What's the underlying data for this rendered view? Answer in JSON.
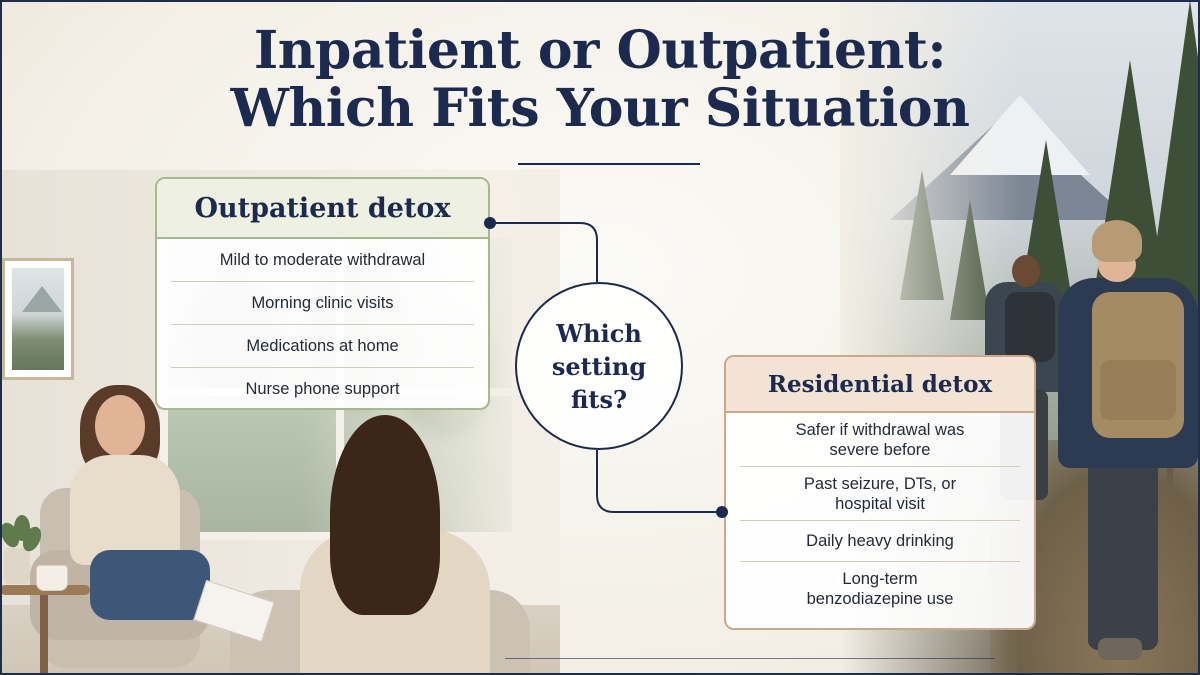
{
  "title": {
    "line1": "Inpatient or Outpatient:",
    "line2": "Which Fits Your Situation"
  },
  "outpatient": {
    "heading": "Outpatient detox",
    "items": [
      "Mild to moderate withdrawal",
      "Morning clinic visits",
      "Medications at home",
      "Nurse phone support"
    ]
  },
  "center": {
    "line1": "Which",
    "line2": "setting",
    "line3": "fits?"
  },
  "residential": {
    "heading": "Residential detox",
    "items": [
      {
        "line1": "Safer if withdrawal was",
        "line2": "severe before"
      },
      {
        "line1": "Past seizure, DTs, or",
        "line2": "hospital visit"
      },
      {
        "line1": "Daily heavy drinking",
        "line2": ""
      },
      {
        "line1": "Long-term",
        "line2": "benzodiazepine use"
      }
    ]
  },
  "colors": {
    "navy": "#1b2a4e",
    "outpatient_border": "#a7b88f",
    "residential_border": "#c9a98a"
  }
}
